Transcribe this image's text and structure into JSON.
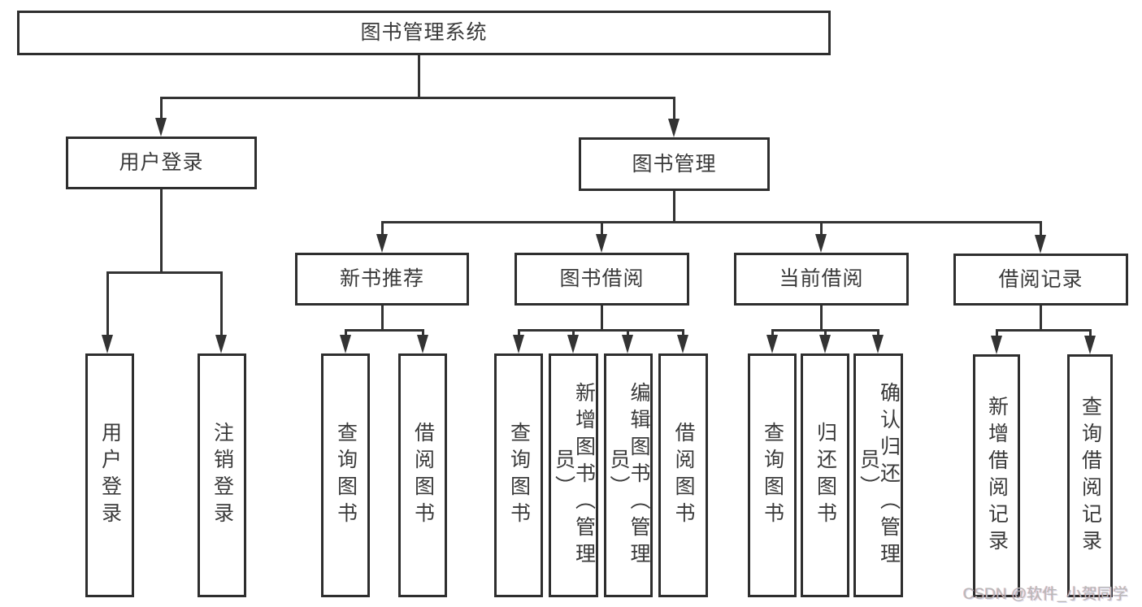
{
  "diagram": {
    "type": "hierarchy",
    "root_label": "图书管理系统",
    "nodes": [
      {
        "id": "root",
        "label": "图书管理系统",
        "parent": null,
        "level": 0
      },
      {
        "id": "user-login",
        "label": "用户登录",
        "parent": "root",
        "level": 1
      },
      {
        "id": "book-mgmt",
        "label": "图书管理",
        "parent": "root",
        "level": 1
      },
      {
        "id": "new-book-rec",
        "label": "新书推荐",
        "parent": "book-mgmt",
        "level": 2
      },
      {
        "id": "book-borrow",
        "label": "图书借阅",
        "parent": "book-mgmt",
        "level": 2
      },
      {
        "id": "current-borrow",
        "label": "当前借阅",
        "parent": "book-mgmt",
        "level": 2
      },
      {
        "id": "borrow-record",
        "label": "借阅记录",
        "parent": "book-mgmt",
        "level": 2
      },
      {
        "id": "leaf-user-login",
        "label": "用户登录",
        "parent": "user-login",
        "level": 3
      },
      {
        "id": "leaf-logout",
        "label": "注销登录",
        "parent": "user-login",
        "level": 3
      },
      {
        "id": "leaf-query-book-1",
        "label": "查询图书",
        "parent": "new-book-rec",
        "level": 3
      },
      {
        "id": "leaf-borrow-book-1",
        "label": "借阅图书",
        "parent": "new-book-rec",
        "level": 3
      },
      {
        "id": "leaf-query-book-2",
        "label": "查询图书",
        "parent": "book-borrow",
        "level": 3
      },
      {
        "id": "leaf-add-book",
        "label": "新增图书（管理员）",
        "parent": "book-borrow",
        "level": 3
      },
      {
        "id": "leaf-edit-book",
        "label": "编辑图书（管理员）",
        "parent": "book-borrow",
        "level": 3
      },
      {
        "id": "leaf-borrow-book-2",
        "label": "借阅图书",
        "parent": "book-borrow",
        "level": 3
      },
      {
        "id": "leaf-query-book-3",
        "label": "查询图书",
        "parent": "current-borrow",
        "level": 3
      },
      {
        "id": "leaf-return-book",
        "label": "归还图书",
        "parent": "current-borrow",
        "level": 3
      },
      {
        "id": "leaf-confirm-return",
        "label": "确认归还（管理员）",
        "parent": "current-borrow",
        "level": 3
      },
      {
        "id": "leaf-add-record",
        "label": "新增借阅记录",
        "parent": "borrow-record",
        "level": 3
      },
      {
        "id": "leaf-query-record",
        "label": "查询借阅记录",
        "parent": "borrow-record",
        "level": 3
      }
    ]
  },
  "watermark": {
    "text": "CSDN @软件_小贺同学"
  },
  "colors": {
    "background": "#ffffff",
    "box_border": "#2e2e2e",
    "box_fill": "#ffffff",
    "line": "#333333",
    "text": "#3a3a3a",
    "watermark": "#b9b9b9"
  }
}
